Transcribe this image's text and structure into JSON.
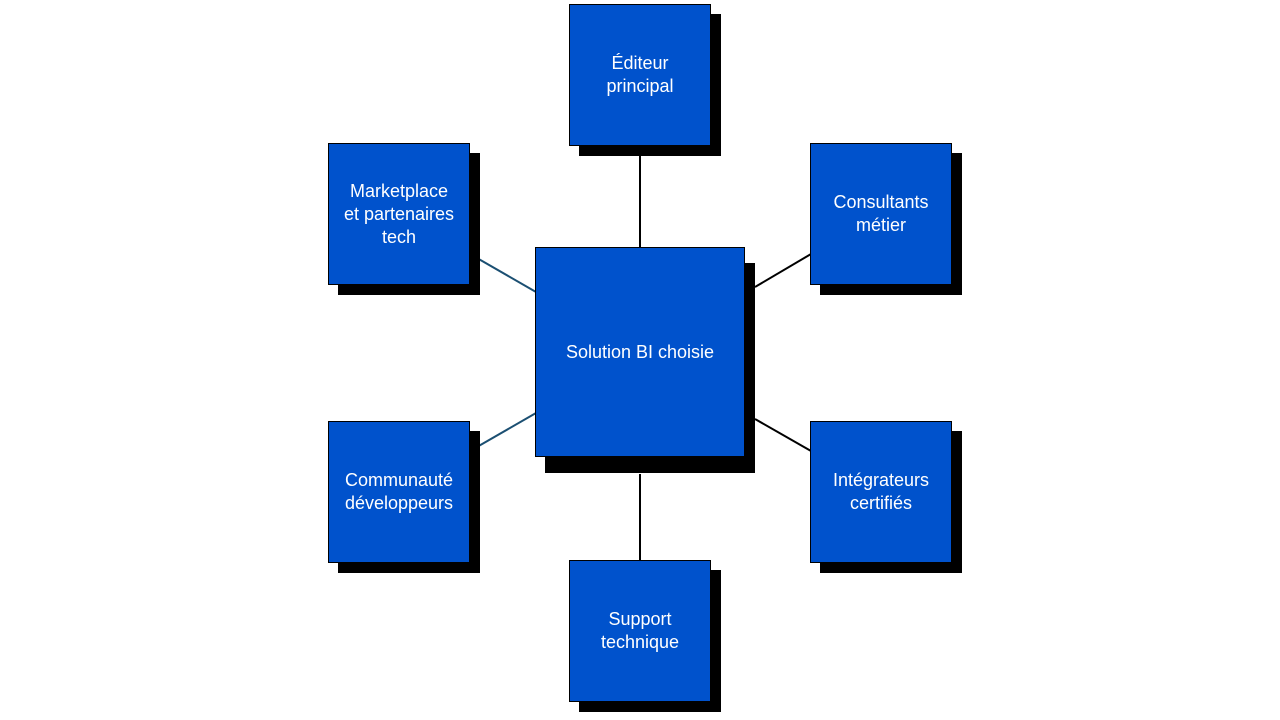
{
  "colors": {
    "node_fill": "#0052cc",
    "node_border": "#000000",
    "shadow": "#000000",
    "text": "#ffffff",
    "connector_dark": "#000000",
    "connector_teal": "#1b4f72"
  },
  "center": {
    "label": "Solution BI choisie"
  },
  "nodes": {
    "editeur": {
      "label": "Éditeur\nprincipal"
    },
    "consultants": {
      "label": "Consultants\nmétier"
    },
    "integrateurs": {
      "label": "Intégrateurs\ncertifiés"
    },
    "support": {
      "label": "Support\ntechnique"
    },
    "communaute": {
      "label": "Communauté\ndéveloppeurs"
    },
    "marketplace": {
      "label": "Marketplace\net partenaires\ntech"
    }
  }
}
